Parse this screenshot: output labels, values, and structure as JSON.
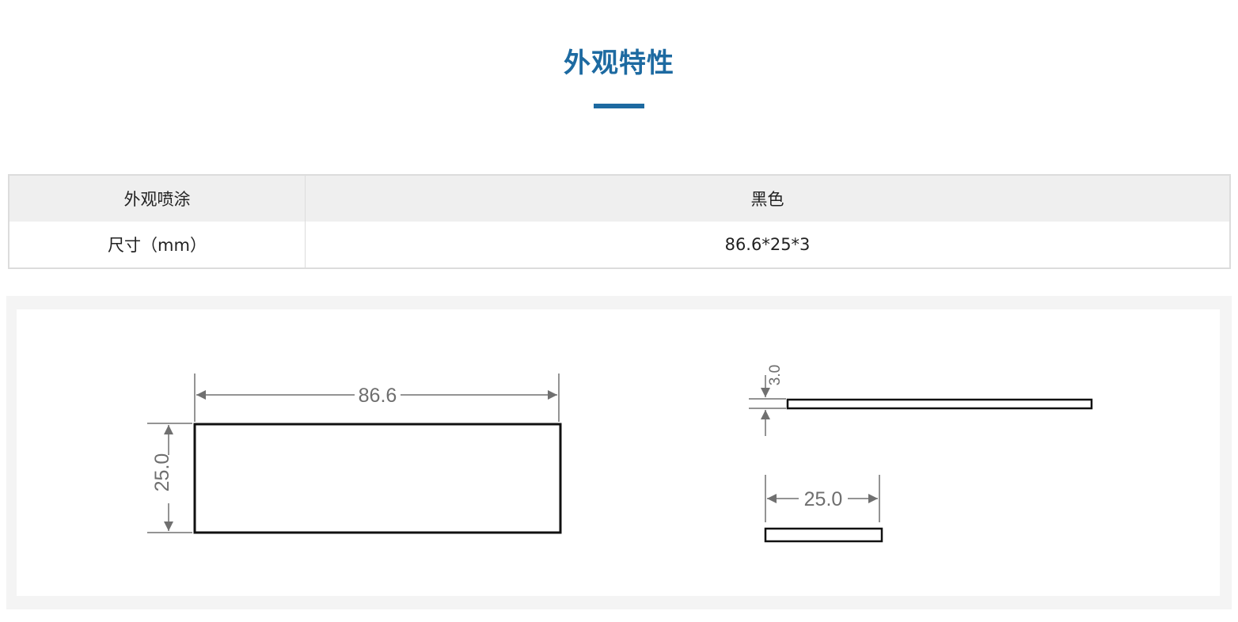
{
  "section": {
    "title": "外观特性"
  },
  "spec_table": [
    {
      "label": "外观喷涂",
      "value": "黑色"
    },
    {
      "label": "尺寸（mm）",
      "value": "86.6*25*3"
    }
  ],
  "drawing": {
    "front_view": {
      "width_label": "86.6",
      "height_label": "25.0"
    },
    "side_view": {
      "thickness_label": "3.0"
    },
    "end_view": {
      "width_label": "25.0"
    }
  }
}
